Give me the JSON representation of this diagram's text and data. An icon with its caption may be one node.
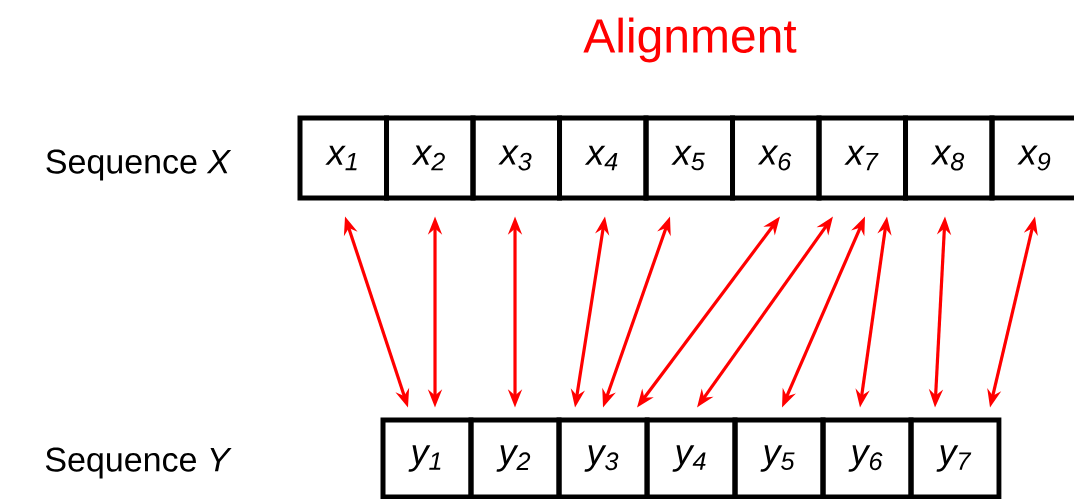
{
  "diagram": {
    "title": "Alignment",
    "nodes": [
      {
        "text": [
          "x$_{1}$"
        ]
      },
      {
        "text": [
          "x$_{2}$"
        ]
      },
      {
        "text": [
          "x$_{3}$"
        ]
      },
      {
        "text": [
          "x$_{4}$"
        ]
      },
      {
        "text": [
          "x$_{5}$"
        ]
      },
      {
        "text": [
          "x$_{6}$"
        ]
      },
      {
        "text": [
          "x$_{7}$"
        ]
      },
      {
        "text": [
          "x$_{8}$"
        ]
      },
      {
        "text": [
          "x$_{9}$"
        ]
      },
      {
        "text": [
          "y$_{1}$"
        ]
      },
      {
        "text": [
          "y$_{2}$"
        ]
      },
      {
        "text": [
          "y$_{3}$"
        ]
      },
      {
        "text": [
          "y$_{4}$"
        ]
      },
      {
        "text": [
          "y$_{5}$"
        ]
      },
      {
        "text": [
          "y$_{6}$"
        ]
      },
      {
        "text": [
          "y$_{7}$"
        ]
      }
    ],
    "edges": [
      {
        "from": 0,
        "to": 9,
        "arrow": "both"
      },
      {
        "from": 1,
        "to": 9,
        "arrow": "both"
      },
      {
        "from": 2,
        "to": 10,
        "arrow": "both"
      },
      {
        "from": 3,
        "to": 11,
        "arrow": "both"
      },
      {
        "from": 4,
        "to": 11,
        "arrow": "both"
      },
      {
        "from": 5,
        "to": 11,
        "arrow": "both"
      },
      {
        "from": 5,
        "to": 12,
        "arrow": "both"
      },
      {
        "from": 6,
        "to": 13,
        "arrow": "both"
      },
      {
        "from": 6,
        "to": 14,
        "arrow": "both"
      },
      {
        "from": 7,
        "to": 15,
        "arrow": "both"
      },
      {
        "from": 8,
        "to": 15,
        "arrow": "both"
      }
    ],
    "labels": [
      "Sequence *X*",
      "Sequence *Y*"
    ]
  }
}
